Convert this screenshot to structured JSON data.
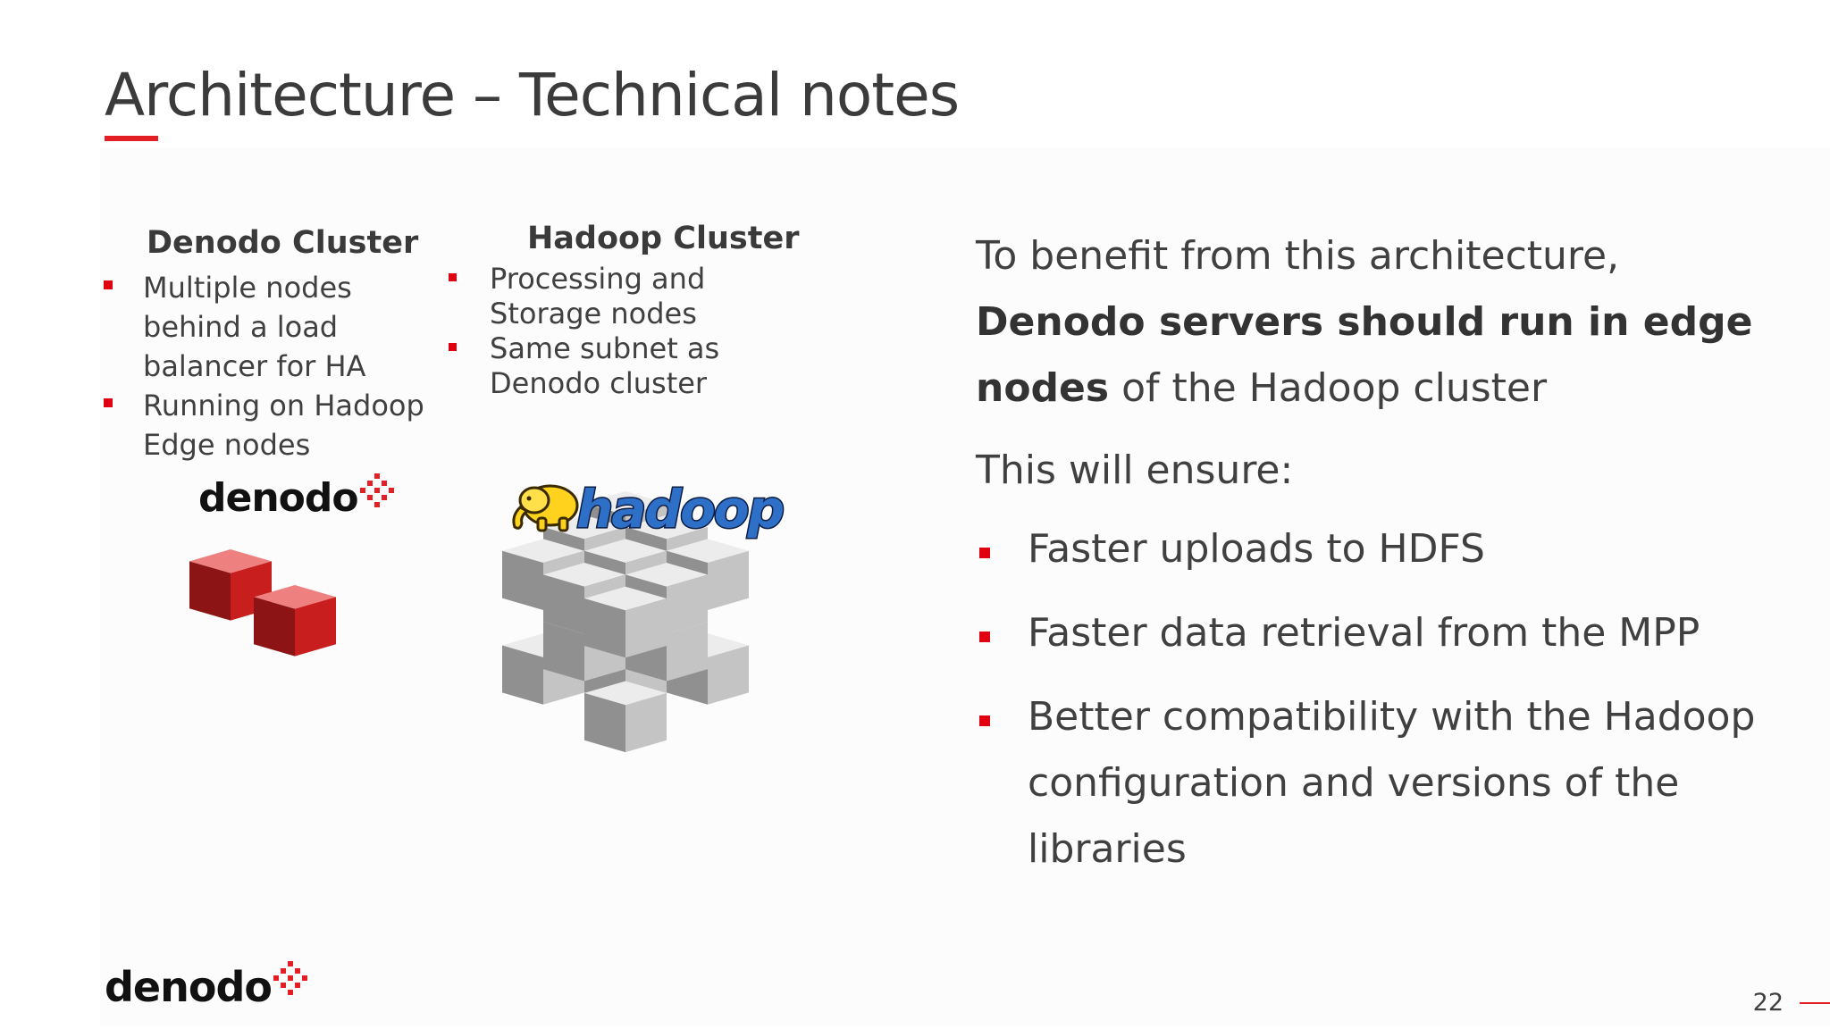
{
  "slide": {
    "title": "Architecture – Technical notes",
    "page_number": "22"
  },
  "denodo_cluster": {
    "heading": "Denodo Cluster",
    "items": [
      "Multiple nodes behind a load balancer for HA",
      "Running on Hadoop Edge nodes"
    ],
    "logo_text": "denodo"
  },
  "hadoop_cluster": {
    "heading": "Hadoop  Cluster",
    "items": [
      "Processing and Storage nodes",
      "Same subnet as Denodo cluster"
    ],
    "logo_text": "hadoop"
  },
  "right_panel": {
    "intro_plain_1": "To benefit from this architecture, ",
    "intro_bold": "Denodo servers should run in edge nodes",
    "intro_plain_2": " of the Hadoop cluster",
    "ensure_label": "This will ensure:",
    "benefits": [
      "Faster uploads to HDFS",
      "Faster data retrieval from the MPP",
      "Better compatibility with the Hadoop configuration and versions of the libraries"
    ]
  },
  "footer": {
    "logo_text": "denodo"
  },
  "colors": {
    "accent": "#e31e24",
    "bullet": "#e00010",
    "cube_red_top": "#ee8080",
    "cube_red_left": "#8c1414",
    "cube_red_right": "#c81e1e",
    "cube_gray_top": "#ececec",
    "cube_gray_left": "#909090",
    "cube_gray_right": "#c4c4c4"
  }
}
